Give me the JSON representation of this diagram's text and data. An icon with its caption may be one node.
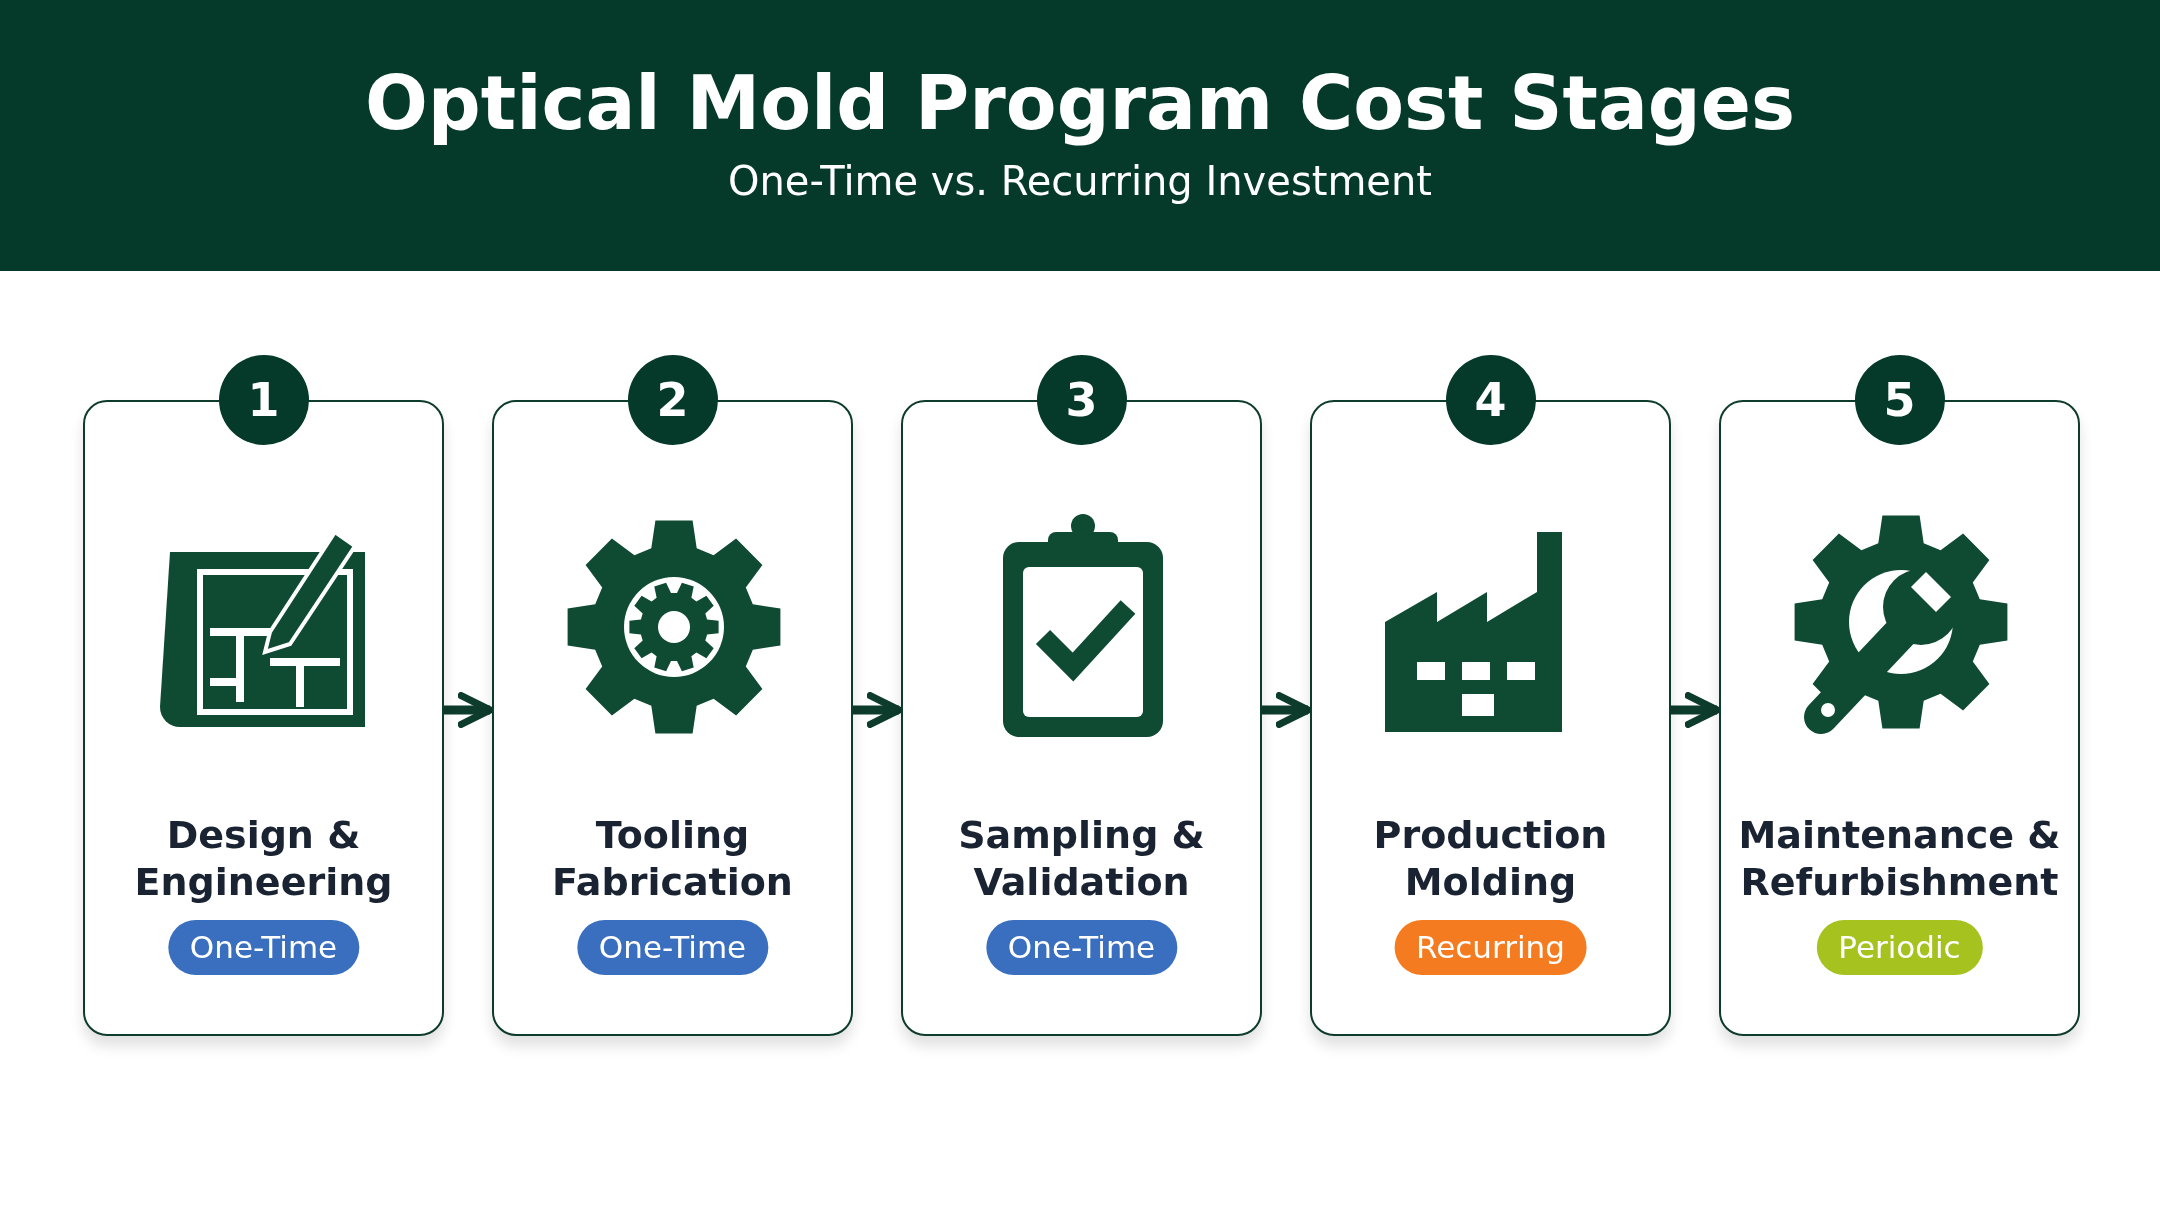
{
  "diagram": {
    "title": "Optical Mold Program Cost Stages",
    "caption": "One-Time vs. Recurring Investment",
    "nodes": [
      {
        "text": [
          "1",
          "Design & Engineering"
        ]
      },
      {
        "text": [
          "One-Time"
        ],
        "in": 0
      },
      {
        "text": [
          "2",
          "Tooling Fabrication"
        ]
      },
      {
        "text": [
          "One-Time"
        ],
        "in": 2
      },
      {
        "text": [
          "3",
          "Sampling & Validation"
        ]
      },
      {
        "text": [
          "One-Time"
        ],
        "in": 4
      },
      {
        "text": [
          "4",
          "Production Molding"
        ]
      },
      {
        "text": [
          "Recurring"
        ],
        "in": 6
      },
      {
        "text": [
          "5",
          "Maintenance & Refurbishment"
        ]
      },
      {
        "text": [
          "Periodic"
        ],
        "in": 8
      }
    ],
    "edges": [
      {
        "from": 0,
        "to": 2,
        "arrow": "to"
      },
      {
        "from": 2,
        "to": 4,
        "arrow": "to"
      },
      {
        "from": 4,
        "to": 6,
        "arrow": "to"
      },
      {
        "from": 6,
        "to": 8,
        "arrow": "to"
      }
    ]
  }
}
